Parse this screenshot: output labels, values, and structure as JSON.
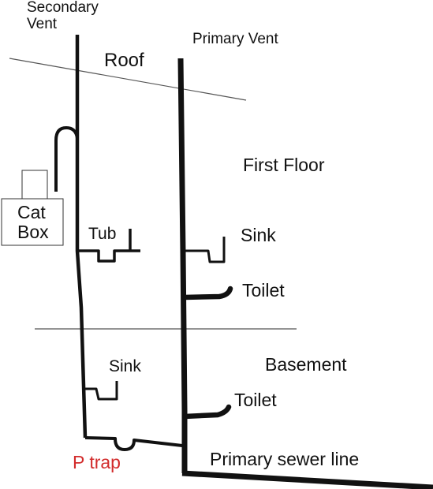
{
  "labels": {
    "secondary_vent_line1": "Secondary",
    "secondary_vent_line2": "Vent",
    "primary_vent": "Primary Vent",
    "roof": "Roof",
    "first_floor": "First Floor",
    "cat_line1": "Cat",
    "cat_line2": "Box",
    "tub": "Tub",
    "sink_first_floor": "Sink",
    "toilet_first_floor": "Toilet",
    "sink_basement": "Sink",
    "basement": "Basement",
    "toilet_basement": "Toilet",
    "p_trap": "P trap",
    "primary_sewer_line": "Primary sewer line"
  },
  "colors": {
    "pipe": "#111111",
    "floor_line": "#555555",
    "label": "#111111",
    "p_trap_label": "#d22b2b"
  }
}
